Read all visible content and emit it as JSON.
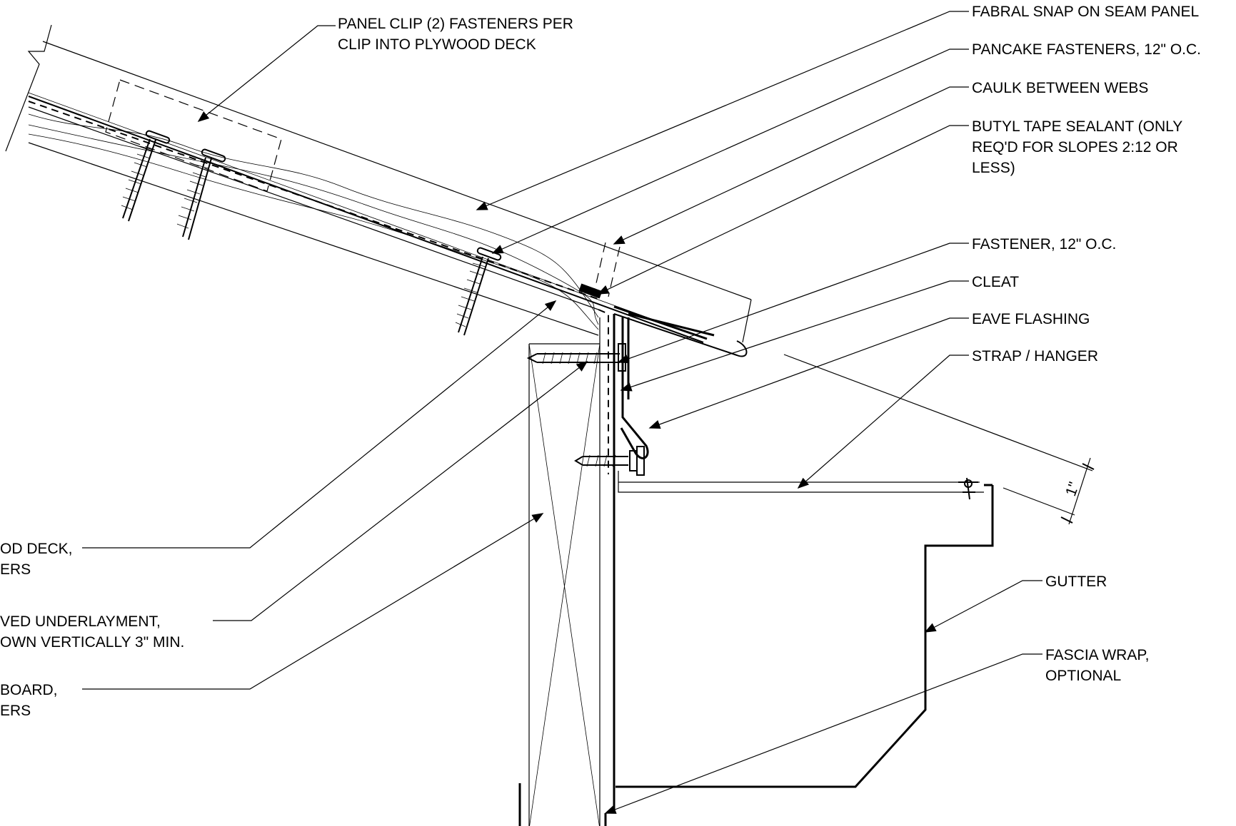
{
  "labels": {
    "panel_clip": [
      "PANEL CLIP (2) FASTENERS PER",
      "CLIP INTO PLYWOOD DECK"
    ],
    "fabral": "FABRAL SNAP ON SEAM PANEL",
    "pancake": "PANCAKE FASTENERS, 12\" O.C.",
    "caulk": "CAULK BETWEEN WEBS",
    "butyl": [
      "BUTYL TAPE SEALANT (ONLY",
      "REQ'D FOR SLOPES 2:12 OR",
      "LESS)"
    ],
    "fastener": "FASTENER, 12\" O.C.",
    "cleat": "CLEAT",
    "eave": "EAVE FLASHING",
    "strap": "STRAP / HANGER",
    "gutter": "GUTTER",
    "fascia_wrap": [
      "FASCIA WRAP,",
      "OPTIONAL"
    ],
    "deck": [
      "OD DECK,",
      "ERS"
    ],
    "underlay": [
      "VED UNDERLAYMENT,",
      "OWN VERTICALLY 3\" MIN."
    ],
    "board": [
      "BOARD,",
      "ERS"
    ],
    "dim": "1\""
  }
}
